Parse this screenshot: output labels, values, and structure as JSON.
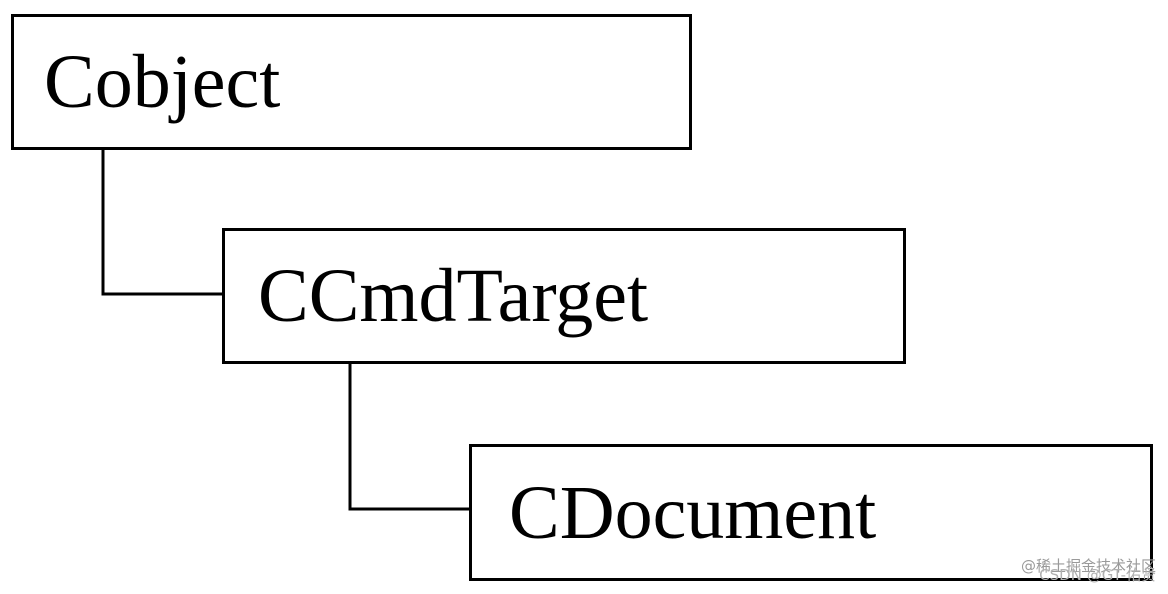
{
  "diagram": {
    "nodes": [
      {
        "id": "cobject",
        "label": "Cobject"
      },
      {
        "id": "ccmdtarget",
        "label": "CCmdTarget"
      },
      {
        "id": "cdocument",
        "label": "CDocument"
      }
    ],
    "edges": [
      {
        "from": "cobject",
        "to": "ccmdtarget"
      },
      {
        "from": "ccmdtarget",
        "to": "cdocument"
      }
    ]
  },
  "watermark": {
    "line1": "@稀土掘金技术社区",
    "line2": "CSDN @GT-佑贤"
  },
  "colors": {
    "line": "#000000",
    "background": "#ffffff"
  }
}
